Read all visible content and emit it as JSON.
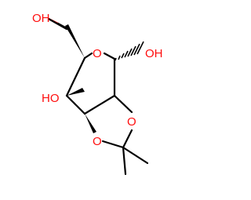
{
  "molecule": {
    "labels": {
      "ch2oh_oxygen": "OH",
      "ring_oxygen": "O",
      "anomeric_oh": "OH",
      "c4_oh": "HO",
      "acetal_o_right": "O",
      "acetal_o_left": "O"
    },
    "colors": {
      "bond": "#000000",
      "heteroatom": "#ff0d0d",
      "background": "#ffffff"
    }
  }
}
